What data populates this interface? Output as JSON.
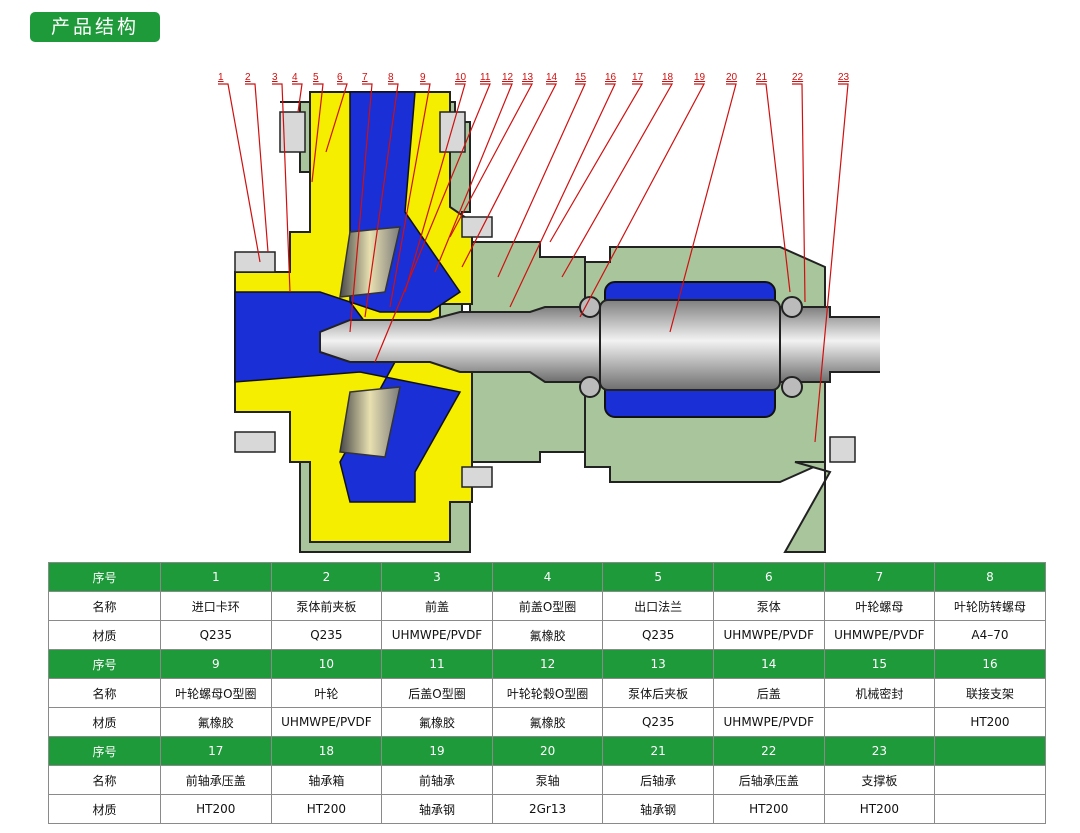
{
  "page": {
    "title": "产品结构"
  },
  "diagram": {
    "callouts": [
      "1",
      "2",
      "3",
      "4",
      "5",
      "6",
      "7",
      "8",
      "9",
      "10",
      "11",
      "12",
      "13",
      "14",
      "15",
      "16",
      "17",
      "18",
      "19",
      "20",
      "21",
      "22",
      "23"
    ]
  },
  "table": {
    "groups": [
      {
        "header": [
          "序号",
          "1",
          "2",
          "3",
          "4",
          "5",
          "6",
          "7",
          "8"
        ],
        "names": [
          "名称",
          "进口卡环",
          "泵体前夹板",
          "前盖",
          "前盖O型圈",
          "出口法兰",
          "泵体",
          "叶轮螺母",
          "叶轮防转螺母"
        ],
        "materials": [
          "材质",
          "Q235",
          "Q235",
          "UHMWPE/PVDF",
          "氟橡胶",
          "Q235",
          "UHMWPE/PVDF",
          "UHMWPE/PVDF",
          "A4–70"
        ]
      },
      {
        "header": [
          "序号",
          "9",
          "10",
          "11",
          "12",
          "13",
          "14",
          "15",
          "16"
        ],
        "names": [
          "名称",
          "叶轮螺母O型圈",
          "叶轮",
          "后盖O型圈",
          "叶轮轮毂O型圈",
          "泵体后夹板",
          "后盖",
          "机械密封",
          "联接支架"
        ],
        "materials": [
          "材质",
          "氟橡胶",
          "UHMWPE/PVDF",
          "氟橡胶",
          "氟橡胶",
          "Q235",
          "UHMWPE/PVDF",
          "",
          "HT200"
        ]
      },
      {
        "header": [
          "序号",
          "17",
          "18",
          "19",
          "20",
          "21",
          "22",
          "23",
          ""
        ],
        "names": [
          "名称",
          "前轴承压盖",
          "轴承箱",
          "前轴承",
          "泵轴",
          "后轴承",
          "后轴承压盖",
          "支撑板",
          ""
        ],
        "materials": [
          "材质",
          "HT200",
          "HT200",
          "轴承钢",
          "2Gr13",
          "轴承钢",
          "HT200",
          "HT200",
          ""
        ]
      }
    ]
  },
  "colors": {
    "green": "#1e9a3a",
    "yellow": "#f5ee00",
    "blue": "#1a2fd6",
    "callout": "#d01010",
    "casing": "#a9c59c"
  }
}
